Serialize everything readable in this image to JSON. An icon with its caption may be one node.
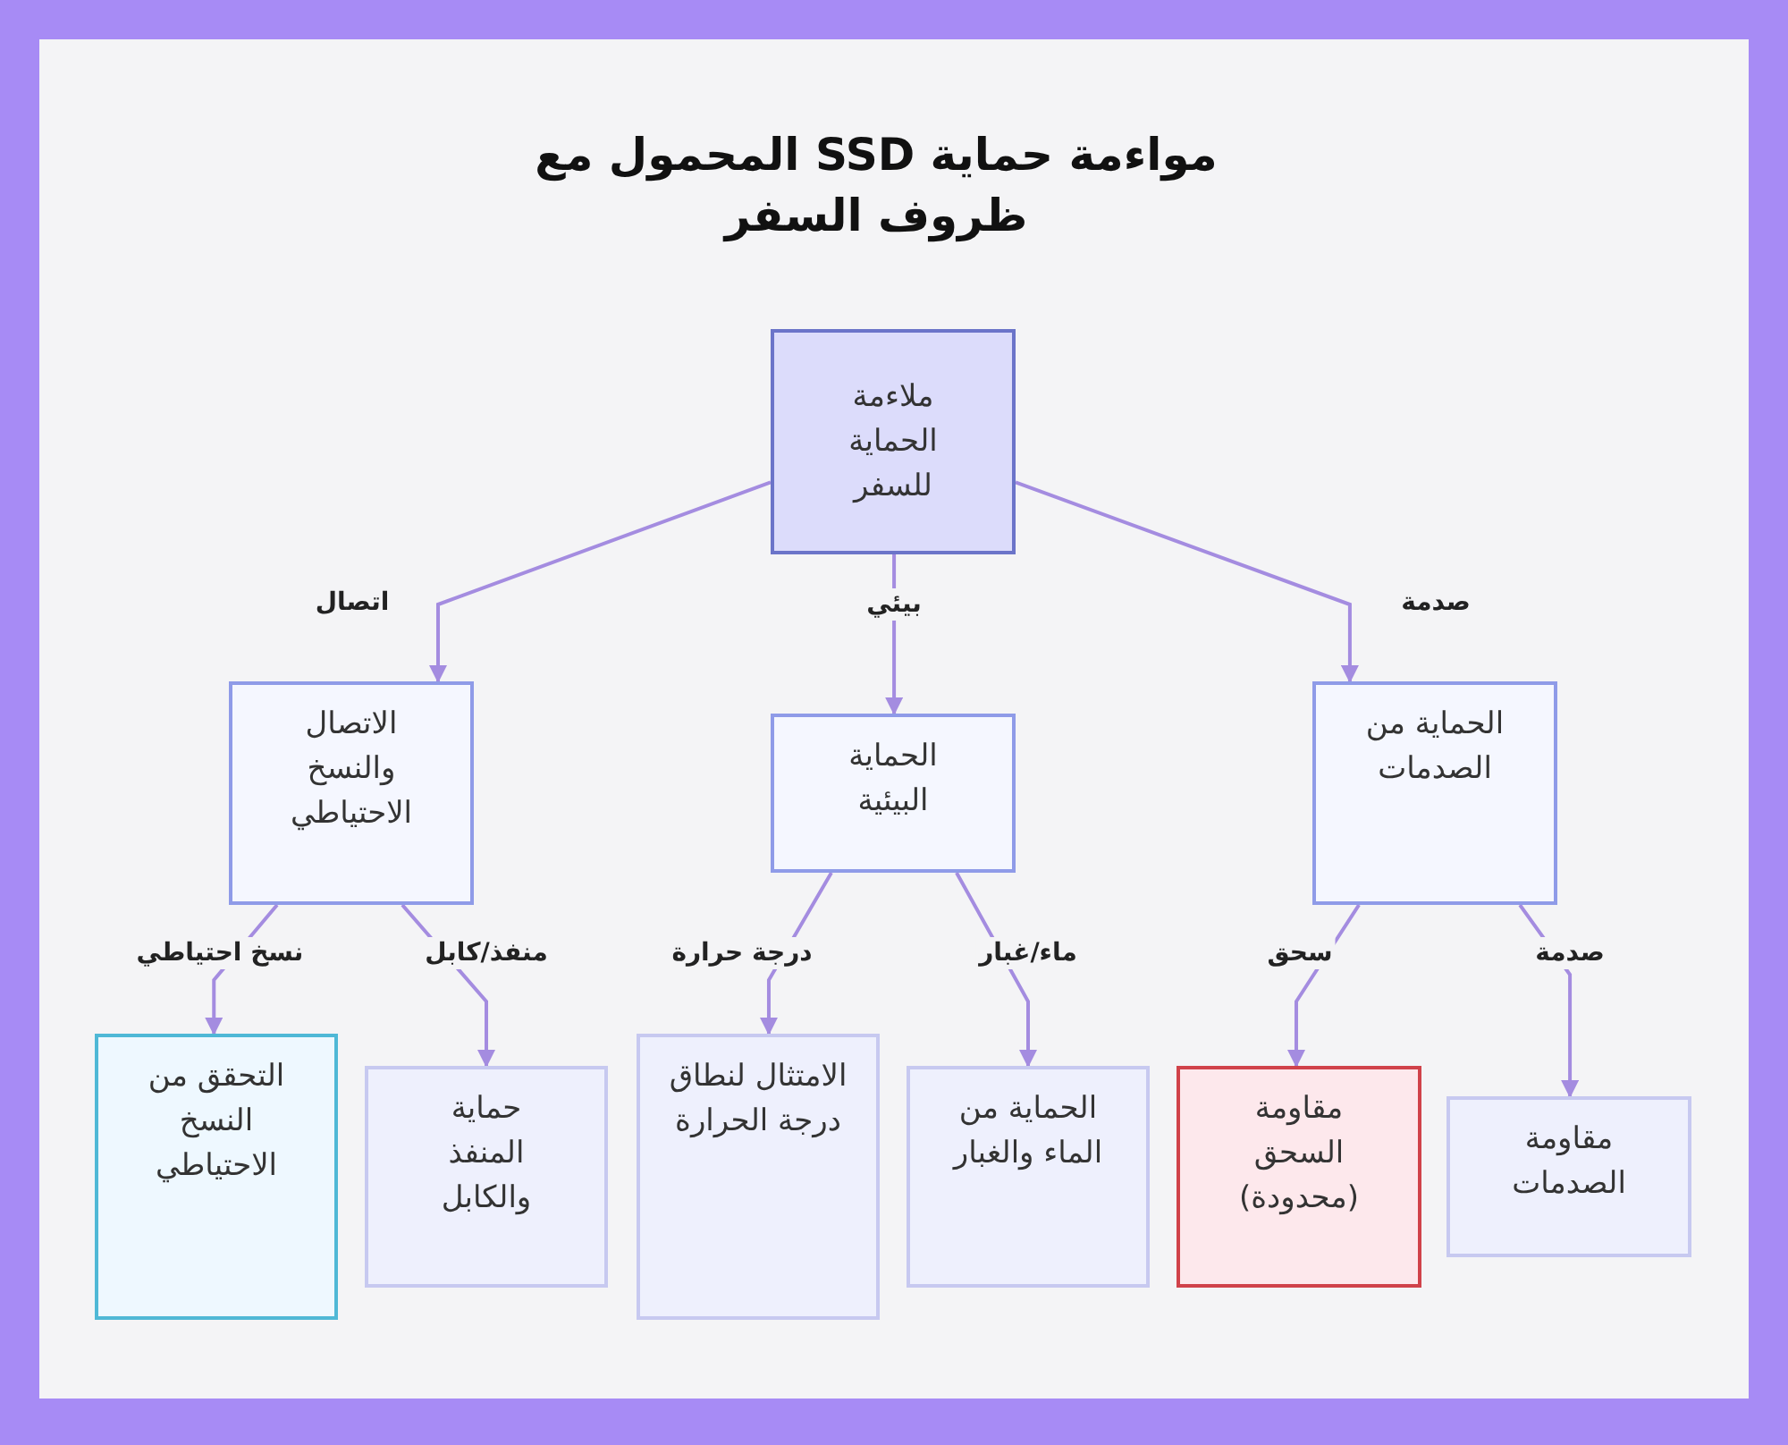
{
  "diagram": {
    "title": "مواءمة حماية SSD المحمول مع ظروف السفر",
    "nodes": [
      {
        "text": [
          "ملاءمة الحماية للسفر"
        ]
      },
      {
        "text": [
          "الاتصال والنسخ الاحتياطي"
        ]
      },
      {
        "text": [
          "الحماية البيئية"
        ]
      },
      {
        "text": [
          "الحماية من الصدمات"
        ]
      },
      {
        "text": [
          "التحقق من النسخ الاحتياطي"
        ]
      },
      {
        "text": [
          "حماية المنفذ والكابل"
        ]
      },
      {
        "text": [
          "الامتثال لنطاق درجة الحرارة"
        ]
      },
      {
        "text": [
          "الحماية من الماء والغبار"
        ]
      },
      {
        "text": [
          "مقاومة السحق (محدودة)"
        ]
      },
      {
        "text": [
          "مقاومة الصدمات"
        ]
      }
    ],
    "edges": [
      {
        "from": 0,
        "to": 1,
        "arrow": "to",
        "label": "اتصال"
      },
      {
        "from": 0,
        "to": 2,
        "arrow": "to",
        "label": "بيئي"
      },
      {
        "from": 0,
        "to": 3,
        "arrow": "to",
        "label": "صدمة"
      },
      {
        "from": 1,
        "to": 4,
        "arrow": "to",
        "label": "نسخ احتياطي"
      },
      {
        "from": 1,
        "to": 5,
        "arrow": "to",
        "label": "منفذ/كابل"
      },
      {
        "from": 2,
        "to": 6,
        "arrow": "to",
        "label": "درجة حرارة"
      },
      {
        "from": 2,
        "to": 7,
        "arrow": "to",
        "label": "ماء/غبار"
      },
      {
        "from": 3,
        "to": 8,
        "arrow": "to",
        "label": "سحق"
      },
      {
        "from": 3,
        "to": 9,
        "arrow": "to",
        "label": "صدمة"
      }
    ]
  }
}
